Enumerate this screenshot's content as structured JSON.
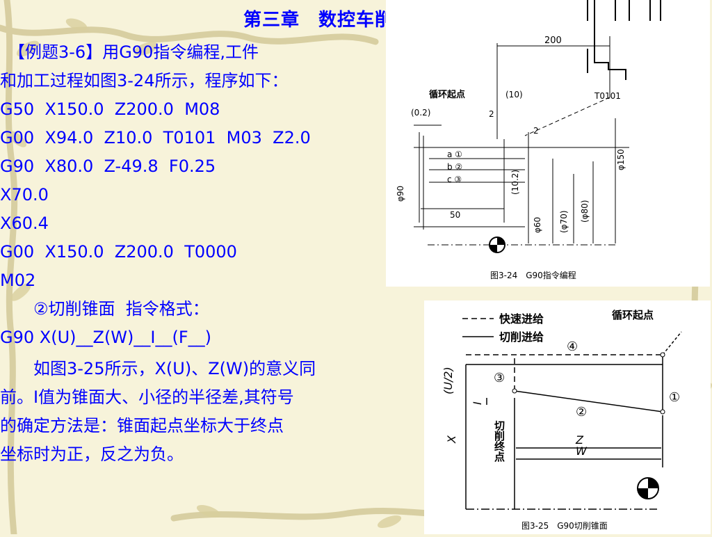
{
  "title": "第三章　数控车削加工技术",
  "text": {
    "l1": "　【例题3-6】用G90指令编程,工件",
    "l2": "和加工过程如图3-24所示，程序如下：",
    "l3": "G50  X150.0  Z200.0  M08",
    "l4": "G00  X94.0  Z10.0  T0101  M03  Z2.0",
    "l5": "G90  X80.0  Z-49.8  F0.25",
    "l6": "X70.0",
    "l7": "X60.4",
    "l8": "G00  X150.0  Z200.0  T0000",
    "l9": "M02",
    "l10": "　　②切削锥面  指令格式：",
    "l11": "G90 X(U)__Z(W)__I__(F__)",
    "l12": "　　如图3-25所示，X(U)、Z(W)的意义同",
    "l13": "前。I值为锥面大、小径的半径差,其符号",
    "l14": "的确定方法是：锥面起点坐标大于终点",
    "l15": "坐标时为正，反之为负。"
  },
  "fig1": {
    "caption": "图3-24　G90指令编程",
    "dim_200": "200",
    "label_start": "循环起点",
    "dim_10": "(10)",
    "dim_02": "(0.2)",
    "dim_2a": "2",
    "dim_2b": "2",
    "tool": "T0101",
    "pass_a": "a ①",
    "pass_b": "b ②",
    "pass_c": "c ③",
    "dim_102": "(10.2)",
    "dim_50": "50",
    "d90": "φ90",
    "d60": "φ60",
    "d70": "(φ70)",
    "d80": "(φ80)",
    "d150": "φ150"
  },
  "fig2": {
    "caption": "图3-25　G90切削锥面",
    "legend_rapid": "快速进给",
    "legend_cut": "切削进给",
    "label_start": "循环起点",
    "n1": "①",
    "n2": "②",
    "n3": "③",
    "n4": "④",
    "lbl_u2": "(U/2)",
    "lbl_i": "I",
    "lbl_x": "X",
    "lbl_z": "Z",
    "lbl_w": "W",
    "label_end": "切削终点"
  }
}
